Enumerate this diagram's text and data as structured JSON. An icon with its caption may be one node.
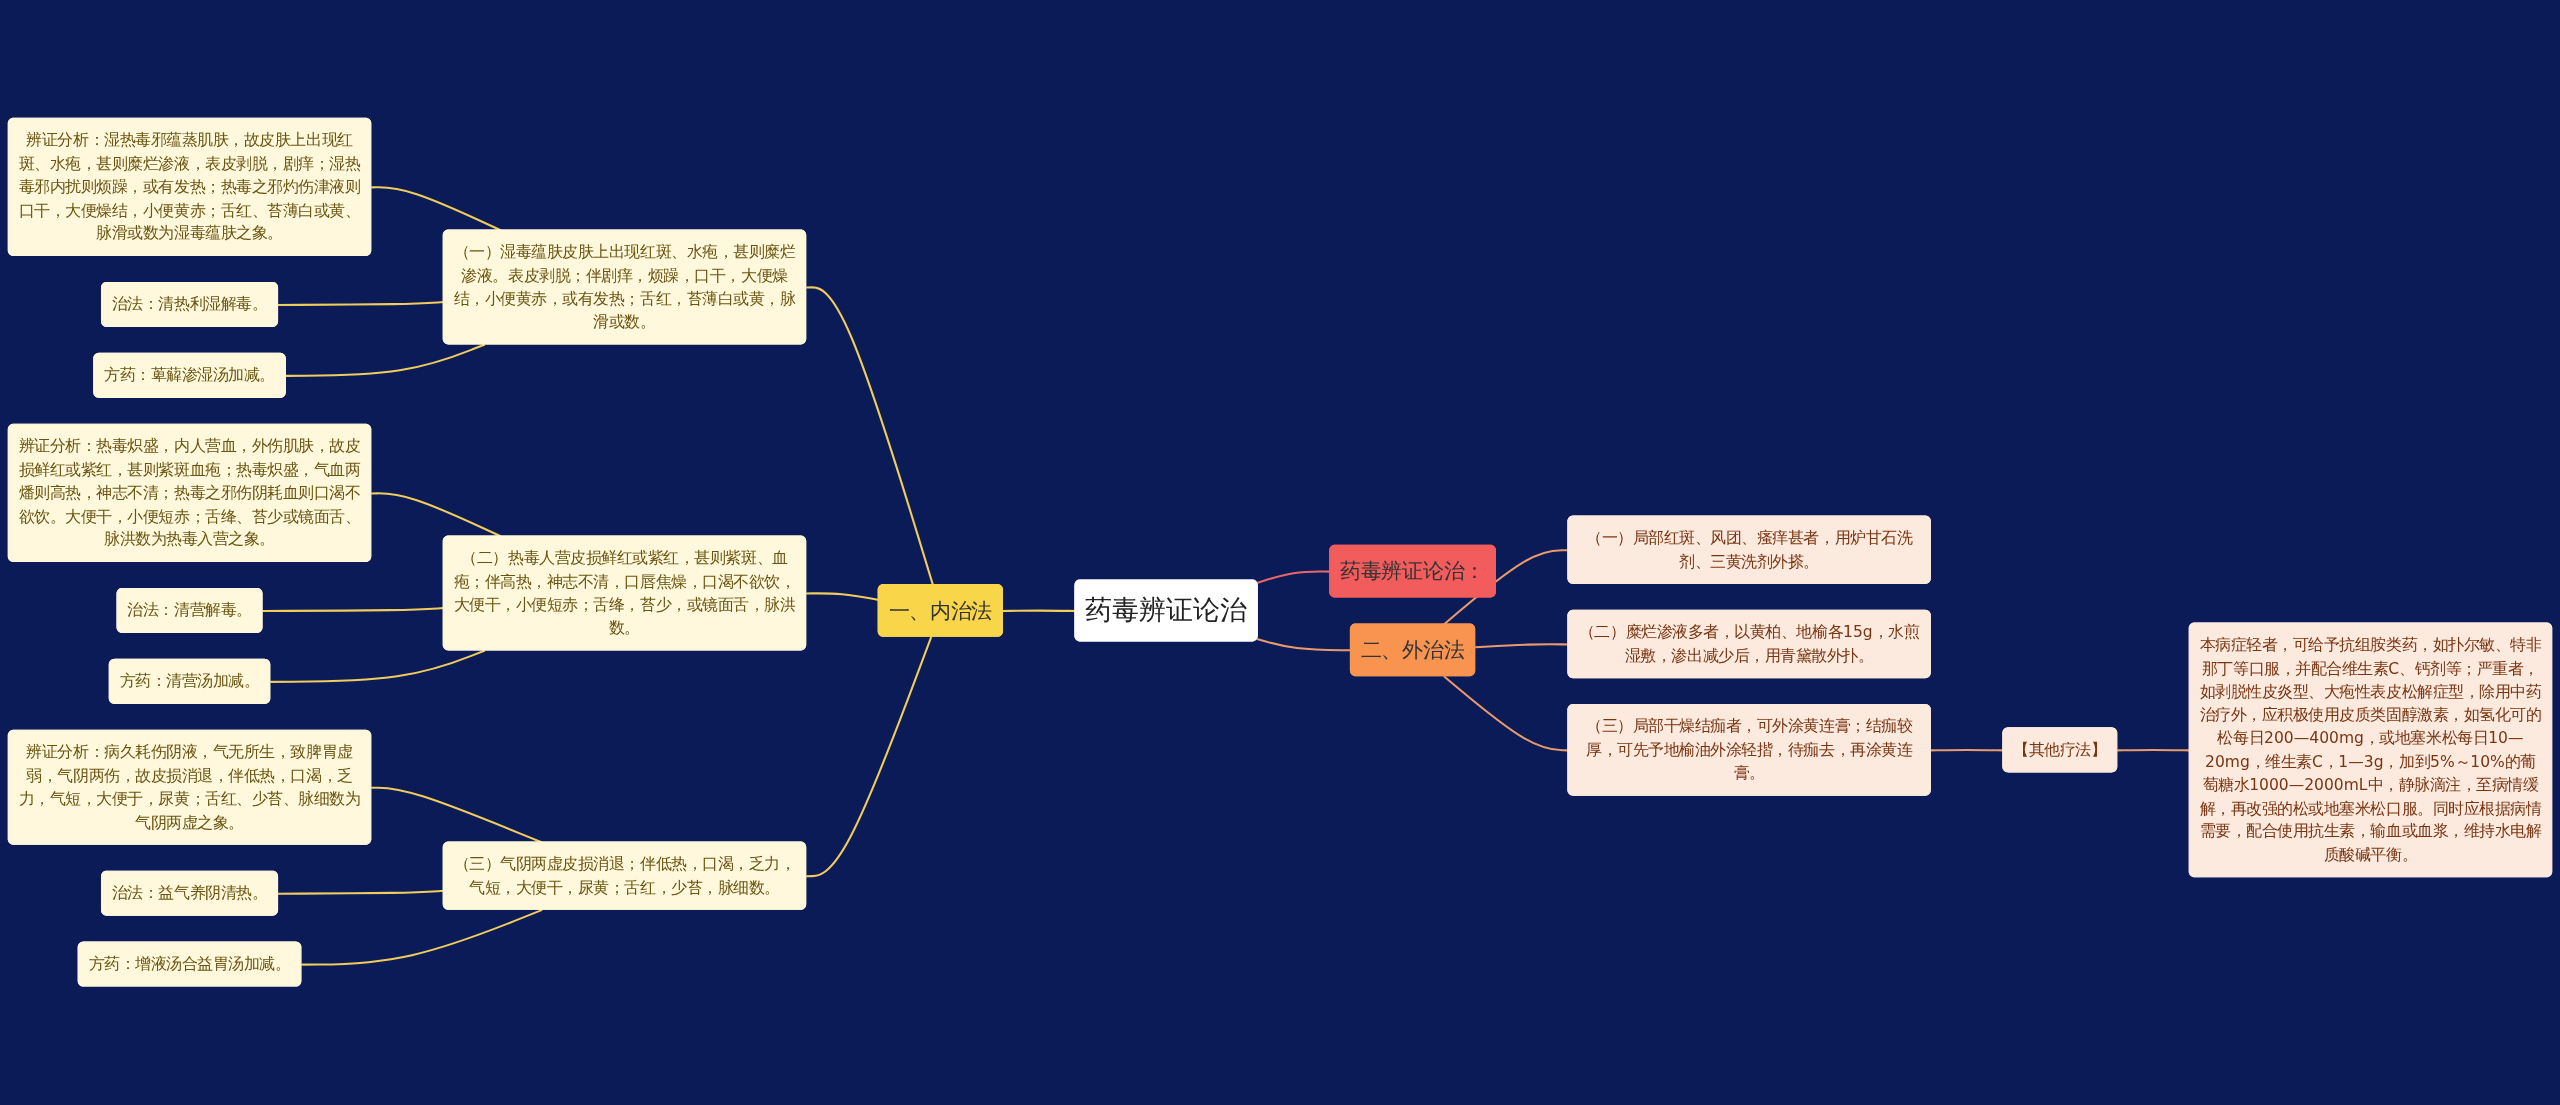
{
  "diagram": {
    "nodes": [
      {
        "text": [
          "药毒辨证论治"
        ]
      },
      {
        "text": [
          "一、内治法"
        ]
      },
      {
        "text": [
          "（一）湿毒蕴肤皮肤上出现红斑、水疱，甚则糜烂渗液。表皮剥脱；伴剧痒，烦躁，口干，大便燥结，小便黄赤，或有发热；舌红，苔薄白或黄，脉滑或数。"
        ]
      },
      {
        "text": [
          "辨证分析：湿热毒邪蕴蒸肌肤，故皮肤上出现红斑、水疱，甚则糜烂渗液，表皮剥脱，剧痒；湿热毒邪内扰则烦躁，或有发热；热毒之邪灼伤津液则口干，大便燥结，小便黄赤；舌红、苔薄白或黄、脉滑或数为湿毒蕴肤之象。"
        ]
      },
      {
        "text": [
          "治法：清热利湿解毒。"
        ]
      },
      {
        "text": [
          "方药：萆薢渗湿汤加减。"
        ]
      },
      {
        "text": [
          "（二）热毒人营皮损鲜红或紫红，甚则紫斑、血疱；伴高热，神志不清，口唇焦燥，口渴不欲饮，大便干，小便短赤；舌绛，苔少，或镜面舌，脉洪数。"
        ]
      },
      {
        "text": [
          "辨证分析：热毒炽盛，内人营血，外伤肌肤，故皮损鲜红或紫红，甚则紫斑血疱；热毒炽盛，气血两燔则高热，神志不清；热毒之邪伤阴耗血则口渴不欲饮。大便干，小便短赤；舌绛、苔少或镜面舌、脉洪数为热毒入营之象。"
        ]
      },
      {
        "text": [
          "治法：清营解毒。"
        ]
      },
      {
        "text": [
          "方药：清营汤加减。"
        ]
      },
      {
        "text": [
          "（三）气阴两虚皮损消退；伴低热，口渴，乏力，气短，大便干，尿黄；舌红，少苔，脉细数。"
        ]
      },
      {
        "text": [
          "辨证分析：病久耗伤阴液，气无所生，致脾胃虚弱，气阴两伤，故皮损消退，伴低热，口渴，乏力，气短，大便于，尿黄；舌红、少苔、脉细数为气阴两虚之象。"
        ]
      },
      {
        "text": [
          "治法：益气养阴清热。"
        ]
      },
      {
        "text": [
          "方药：增液汤合益胃汤加减。"
        ]
      },
      {
        "text": [
          "药毒辨证论治："
        ]
      },
      {
        "text": [
          "二、外治法"
        ]
      },
      {
        "text": [
          "（一）局部红斑、风团、瘙痒甚者，用炉甘石洗剂、三黄洗剂外搽。"
        ]
      },
      {
        "text": [
          "（二）糜烂渗液多者，以黄柏、地榆各15g，水煎湿敷，渗出减少后，用青黛散外扑。"
        ]
      },
      {
        "text": [
          "（三）局部干燥结痂者，可外涂黄连膏；结痂较厚，可先予地榆油外涂轻揩，待痂去，再涂黄连膏。"
        ]
      },
      {
        "text": [
          "【其他疗法】"
        ]
      },
      {
        "text": [
          "本病症轻者，可给予抗组胺类药，如扑尔敏、特非那丁等口服，并配合维生素C、钙剂等；严重者，如剥脱性皮炎型、大疱性表皮松解症型，除用中药治疗外，应积极使用皮质类固醇激素，如氢化可的松每日200—400mg，或地塞米松每日10—20mg，维生素C，1—3g，加到5%～10%的葡萄糖水1000—2000mL中，静脉滴注，至病情缓解，再改强的松或地塞米松口服。同时应根据病情需要，配合使用抗生素，输血或血浆，维持水电解质酸碱平衡。"
        ]
      }
    ],
    "edges": [
      {
        "from": 0,
        "to": 1,
        "arrow": "none"
      },
      {
        "from": 1,
        "to": 2,
        "arrow": "none"
      },
      {
        "from": 2,
        "to": 3,
        "arrow": "none"
      },
      {
        "from": 2,
        "to": 4,
        "arrow": "none"
      },
      {
        "from": 2,
        "to": 5,
        "arrow": "none"
      },
      {
        "from": 1,
        "to": 6,
        "arrow": "none"
      },
      {
        "from": 6,
        "to": 7,
        "arrow": "none"
      },
      {
        "from": 6,
        "to": 8,
        "arrow": "none"
      },
      {
        "from": 6,
        "to": 9,
        "arrow": "none"
      },
      {
        "from": 1,
        "to": 10,
        "arrow": "none"
      },
      {
        "from": 10,
        "to": 11,
        "arrow": "none"
      },
      {
        "from": 10,
        "to": 12,
        "arrow": "none"
      },
      {
        "from": 10,
        "to": 13,
        "arrow": "none"
      },
      {
        "from": 0,
        "to": 14,
        "arrow": "none",
        "color": "#e8676b"
      },
      {
        "from": 0,
        "to": 15,
        "arrow": "none",
        "color": "#e89a6c"
      },
      {
        "from": 15,
        "to": 16,
        "arrow": "none",
        "color": "#e89a6c"
      },
      {
        "from": 15,
        "to": 17,
        "arrow": "none",
        "color": "#e89a6c"
      },
      {
        "from": 15,
        "to": 18,
        "arrow": "none",
        "color": "#e89a6c"
      },
      {
        "from": 18,
        "to": 19,
        "arrow": "none",
        "color": "#e89a6c"
      },
      {
        "from": 19,
        "to": 20,
        "arrow": "none",
        "color": "#e89a6c"
      }
    ]
  }
}
